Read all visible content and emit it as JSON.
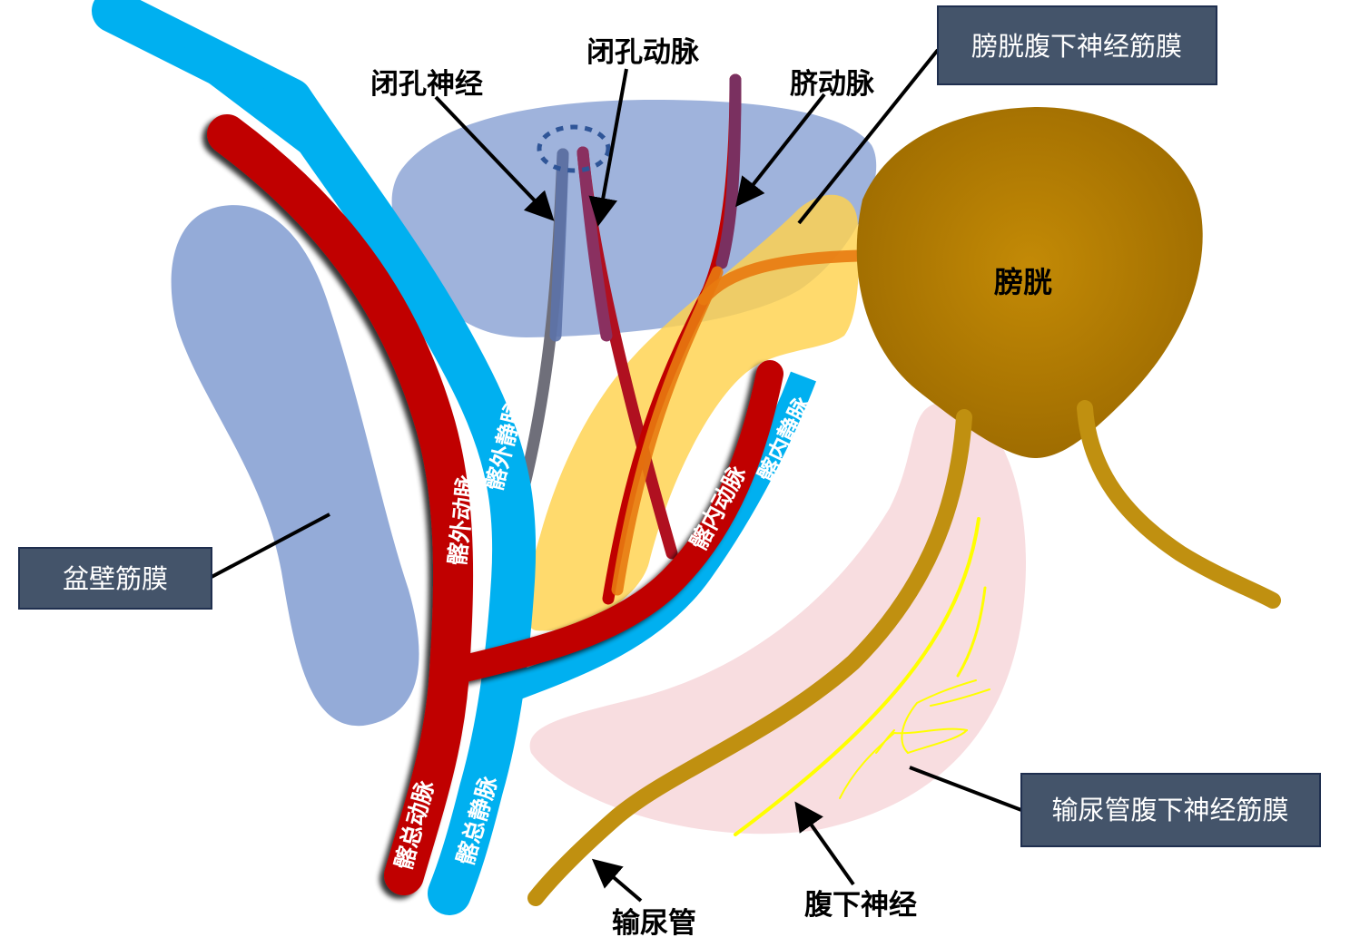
{
  "labels": {
    "obturator_nerve": "闭孔神经",
    "obturator_artery": "闭孔动脉",
    "umbilical_artery": "脐动脉",
    "bladder": "膀胱",
    "external_iliac_artery": "髂外动脉",
    "external_iliac_vein": "髂外静脉",
    "internal_iliac_artery": "髂内动脉",
    "internal_iliac_vein": "髂内静脉",
    "common_iliac_artery": "髂总动脉",
    "common_iliac_vein": "髂总静脉",
    "ureter": "输尿管",
    "hypogastric_nerve": "腹下神经"
  },
  "boxes": {
    "vesicohypogastric_fascia": "膀胱腹下神经筋膜",
    "pelvic_wall_fascia": "盆壁筋膜",
    "ureterohypogastric_fascia": "输尿管腹下神经筋膜"
  },
  "colors": {
    "artery": "#c00000",
    "vein": "#00b0f0",
    "fascia_blue": "#8ea6d6",
    "fascia_yellow": "#ffd24d",
    "fascia_pink": "#f8dde0",
    "bladder": "#b07a00",
    "ureter": "#c09010",
    "nerve_yellow": "#ffff00",
    "obturator_nerve": "#6f6f7a",
    "label_box": "#44546a"
  }
}
